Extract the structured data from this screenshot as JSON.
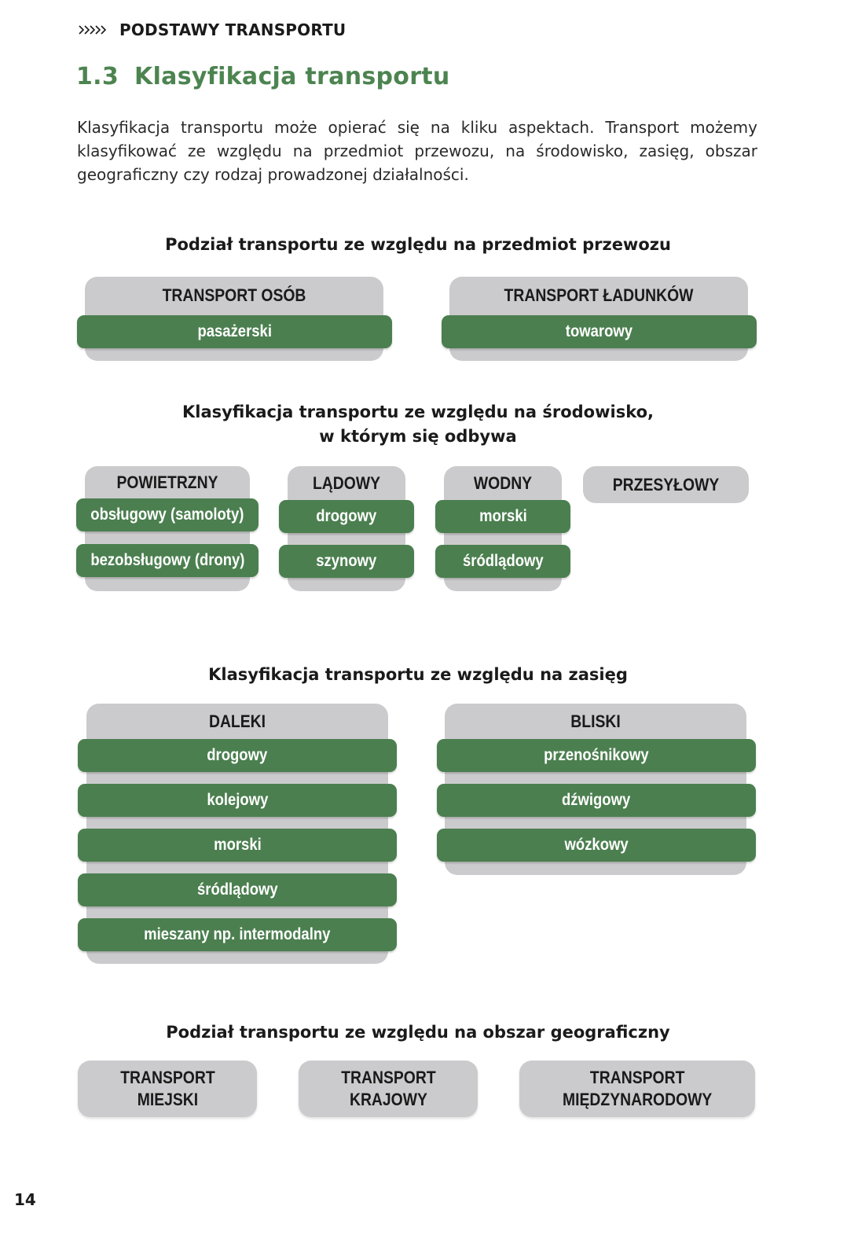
{
  "header": {
    "label": "PODSTAWY TRANSPORTU",
    "icon": "double-chevron-right-icon"
  },
  "section": {
    "number": "1.3",
    "title": "Klasyfikacja transportu",
    "accent_color": "#4c8450"
  },
  "intro": "Klasyfikacja transportu może opierać się na kliku aspektach. Transport możemy klasyfikować ze względu na przedmiot przewozu, na środowisko, zasięg, obszar geograficzny czy rodzaj prowadzonej działalności.",
  "colors": {
    "card_gray": "#cbcbcd",
    "pill_green": "#4b7f4f"
  },
  "cargo": {
    "title": "Podział transportu ze względu na przedmiot przewozu",
    "cards": [
      {
        "head": "TRANSPORT OSÓB",
        "items": [
          "pasażerski"
        ]
      },
      {
        "head": "TRANSPORT ŁADUNKÓW",
        "items": [
          "towarowy"
        ]
      }
    ]
  },
  "environment": {
    "title_line1": "Klasyfikacja transportu ze względu na środowisko,",
    "title_line2": "w którym się odbywa",
    "cards": [
      {
        "head": "POWIETRZNY",
        "items": [
          "obsługowy (samoloty)",
          "bezobsługowy (drony)"
        ]
      },
      {
        "head": "LĄDOWY",
        "items": [
          "drogowy",
          "szynowy"
        ]
      },
      {
        "head": "WODNY",
        "items": [
          "morski",
          "śródlądowy"
        ]
      },
      {
        "head": "PRZESYŁOWY",
        "items": []
      }
    ]
  },
  "range": {
    "title": "Klasyfikacja transportu ze względu na zasięg",
    "cards": [
      {
        "head": "DALEKI",
        "items": [
          "drogowy",
          "kolejowy",
          "morski",
          "śródlądowy",
          "mieszany np. intermodalny"
        ]
      },
      {
        "head": "BLISKI",
        "items": [
          "przenośnikowy",
          "dźwigowy",
          "wózkowy"
        ]
      }
    ]
  },
  "geography": {
    "title": "Podział transportu ze względu na obszar geograficzny",
    "cards": [
      {
        "line1": "TRANSPORT",
        "line2": "MIEJSKI"
      },
      {
        "line1": "TRANSPORT",
        "line2": "KRAJOWY"
      },
      {
        "line1": "TRANSPORT",
        "line2": "MIĘDZYNARODOWY"
      }
    ]
  },
  "page_number": "14"
}
